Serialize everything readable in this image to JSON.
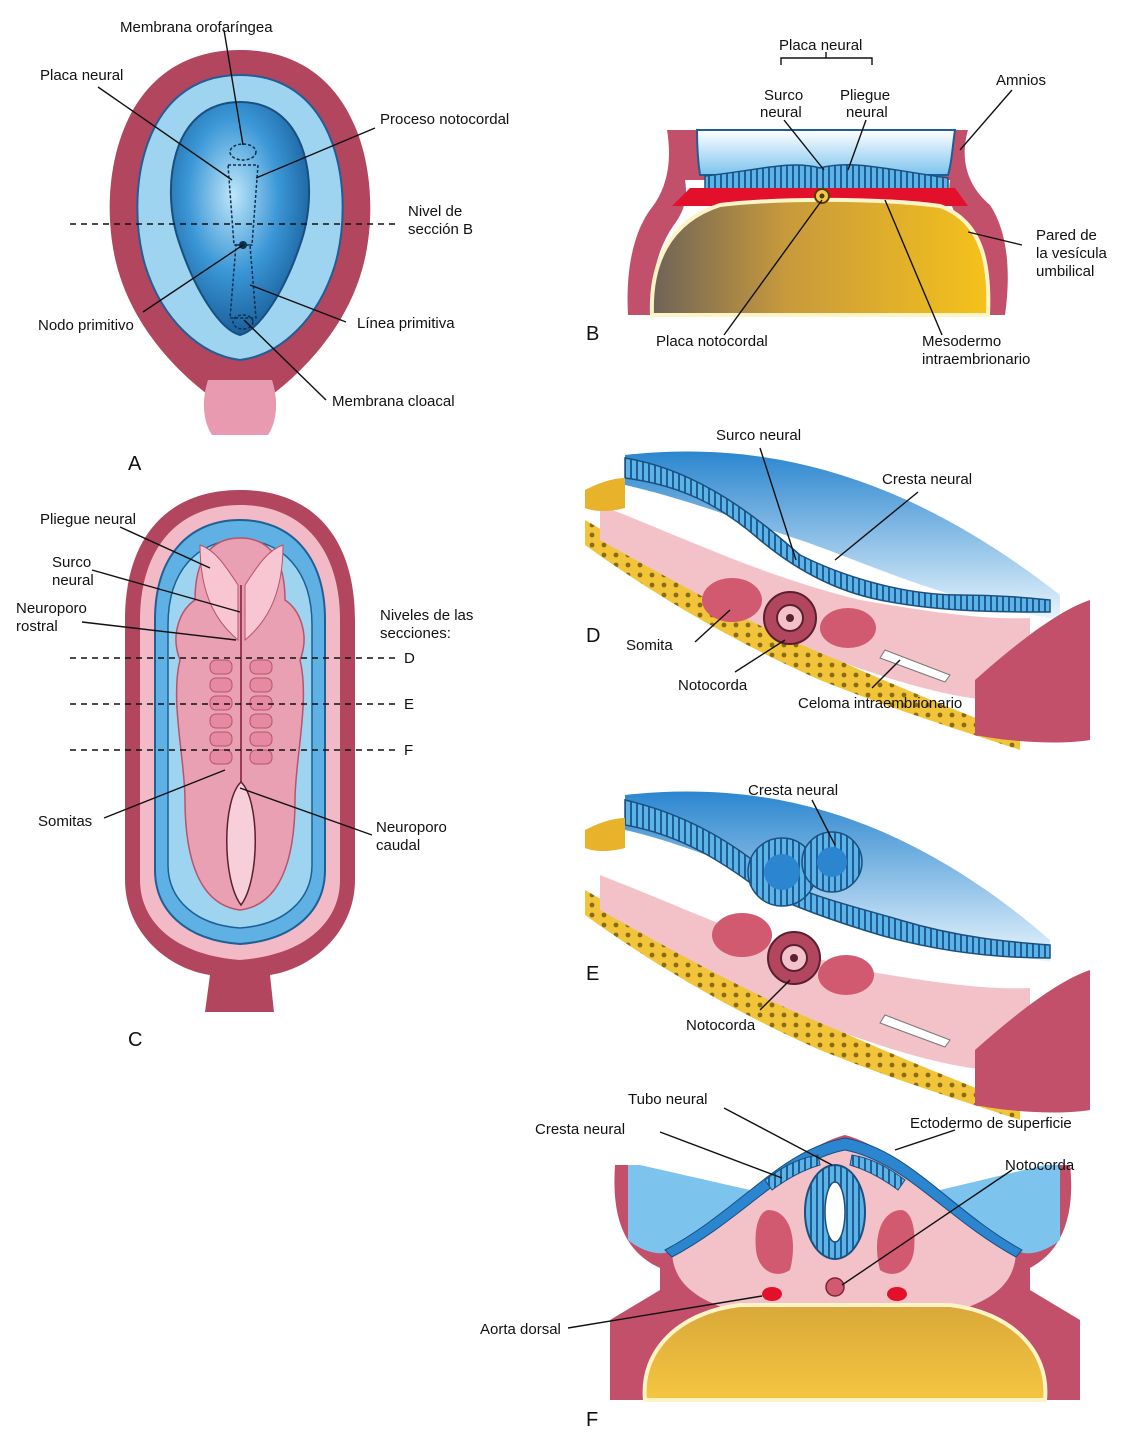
{
  "panels": {
    "A": {
      "letter": "A",
      "labels": {
        "membrana_orofaringea": "Membrana orofaríngea",
        "placa_neural": "Placa neural",
        "proceso_notocordal": "Proceso notocordal",
        "nivel_1": "Nivel de",
        "nivel_2": "sección B",
        "nodo_primitivo": "Nodo primitivo",
        "linea_primitiva": "Línea primitiva",
        "membrana_cloacal": "Membrana cloacal"
      }
    },
    "B": {
      "letter": "B",
      "labels": {
        "placa_neural": "Placa neural",
        "surco_1": "Surco",
        "surco_2": "neural",
        "pliegue_1": "Pliegue",
        "pliegue_2": "neural",
        "amnios": "Amnios",
        "pared_1": "Pared de",
        "pared_2": "la vesícula",
        "pared_3": "umbilical",
        "placa_notocordal": "Placa notocordal",
        "mesodermo_1": "Mesodermo",
        "mesodermo_2": "intraembrionario"
      }
    },
    "C": {
      "letter": "C",
      "labels": {
        "pliegue_neural": "Pliegue neural",
        "surco_1": "Surco",
        "surco_2": "neural",
        "neuroporo_r1": "Neuroporo",
        "neuroporo_r2": "rostral",
        "niveles_1": "Niveles de las",
        "niveles_2": "secciones:",
        "nivel_d": "D",
        "nivel_e": "E",
        "nivel_f": "F",
        "somitas": "Somitas",
        "neuroporo_c1": "Neuroporo",
        "neuroporo_c2": "caudal"
      }
    },
    "D": {
      "letter": "D",
      "labels": {
        "surco_neural": "Surco neural",
        "cresta_neural": "Cresta neural",
        "somita": "Somita",
        "notocorda": "Notocorda",
        "celoma": "Celoma intraembrionario"
      }
    },
    "E": {
      "letter": "E",
      "labels": {
        "cresta_neural": "Cresta neural",
        "notocorda": "Notocorda"
      }
    },
    "F": {
      "letter": "F",
      "labels": {
        "tubo_neural": "Tubo neural",
        "ectodermo": "Ectodermo de superficie",
        "cresta_neural": "Cresta neural",
        "notocorda": "Notocorda",
        "aorta_dorsal": "Aorta dorsal"
      }
    }
  },
  "colors": {
    "amnion": "#b2465e",
    "amnion_light": "#e8a4b4",
    "ectoderm": "#4aa3dc",
    "ectoderm_dark": "#1e6fae",
    "ectoderm_light": "#a9d8f2",
    "mesoderm": "#f3c2c9",
    "somite": "#d25a70",
    "yolk": "#e8b22a",
    "yolk_dark": "#7c6a58",
    "red": "#e3102b"
  }
}
